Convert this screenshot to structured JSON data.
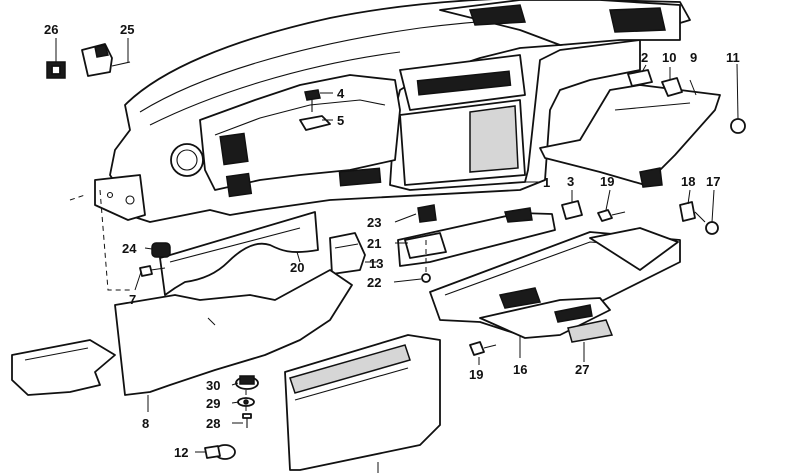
{
  "callouts": {
    "c1": "1",
    "c2": "2",
    "c3": "3",
    "c4": "4",
    "c5": "5",
    "c7": "7",
    "c8": "8",
    "c9": "9",
    "c10": "10",
    "c11": "11",
    "c12": "12",
    "c13": "13",
    "c16": "16",
    "c17": "17",
    "c18": "18",
    "c19a": "19",
    "c19b": "19",
    "c20": "20",
    "c21": "21",
    "c22": "22",
    "c23": "23",
    "c24": "24",
    "c25": "25",
    "c26": "26",
    "c27": "27",
    "c28": "28",
    "c29": "29",
    "c30": "30"
  }
}
